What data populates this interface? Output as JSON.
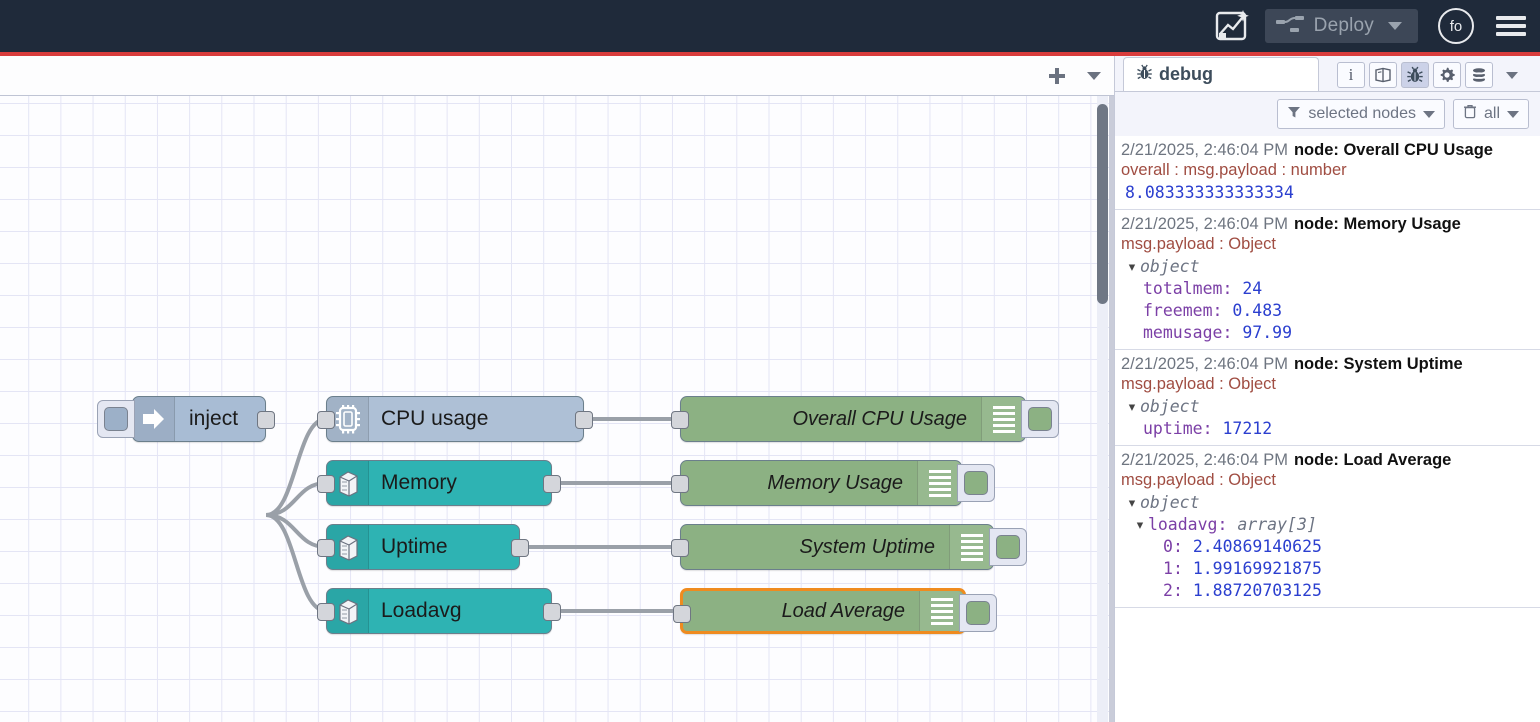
{
  "header": {
    "ai_flow_icon": "ai-flow-sparkle-icon",
    "deploy_label": "Deploy",
    "deploy_icon": "deploy-nodes-icon",
    "user_initials": "fo",
    "menu_icon": "hamburger-menu-icon"
  },
  "workspace": {
    "add_tab_icon": "plus-icon",
    "tabs_menu_icon": "chevron-down-icon",
    "nodes": [
      {
        "id": "inject",
        "label": "inject",
        "icon": "arrow-right-icon"
      },
      {
        "id": "cpu",
        "label": "CPU usage",
        "icon": "cpu-chip-icon"
      },
      {
        "id": "memory",
        "label": "Memory",
        "icon": "server-box-icon"
      },
      {
        "id": "uptime",
        "label": "Uptime",
        "icon": "server-box-icon"
      },
      {
        "id": "loadavg",
        "label": "Loadavg",
        "icon": "server-box-icon"
      },
      {
        "id": "dbg1",
        "label": "Overall CPU Usage",
        "icon": "debug-lines-icon"
      },
      {
        "id": "dbg2",
        "label": "Memory Usage",
        "icon": "debug-lines-icon"
      },
      {
        "id": "dbg3",
        "label": "System Uptime",
        "icon": "debug-lines-icon"
      },
      {
        "id": "dbg4",
        "label": "Load Average",
        "icon": "debug-lines-icon"
      }
    ]
  },
  "sidebar": {
    "tab_label": "debug",
    "tab_icon": "bug-icon",
    "tools": [
      {
        "name": "info-icon",
        "glyph": "i",
        "active": false
      },
      {
        "name": "book-icon",
        "glyph": "",
        "active": false
      },
      {
        "name": "bug-icon",
        "glyph": "",
        "active": true
      },
      {
        "name": "gear-icon",
        "glyph": "",
        "active": false
      },
      {
        "name": "stack-icon",
        "glyph": "",
        "active": false
      }
    ],
    "more_icon": "chevron-down-icon",
    "filter_label": "selected nodes",
    "filter_icon": "filter-funnel-icon",
    "clear_label": "all",
    "clear_icon": "trash-icon",
    "messages": [
      {
        "time": "2/21/2025, 2:46:04 PM",
        "node": "node: Overall CPU Usage",
        "topic": "overall : msg.payload : number",
        "value": "8.083333333333334"
      },
      {
        "time": "2/21/2025, 2:46:04 PM",
        "node": "node: Memory Usage",
        "topic": "msg.payload : Object",
        "root": "object",
        "props": [
          {
            "key": "totalmem",
            "val": "24"
          },
          {
            "key": "freemem",
            "val": "0.483"
          },
          {
            "key": "memusage",
            "val": "97.99"
          }
        ]
      },
      {
        "time": "2/21/2025, 2:46:04 PM",
        "node": "node: System Uptime",
        "topic": "msg.payload : Object",
        "root": "object",
        "props": [
          {
            "key": "uptime",
            "val": "17212"
          }
        ]
      },
      {
        "time": "2/21/2025, 2:46:04 PM",
        "node": "node: Load Average",
        "topic": "msg.payload : Object",
        "root": "object",
        "array_key": "loadavg",
        "array_type": "array[3]",
        "items": [
          {
            "key": "0",
            "val": "2.40869140625"
          },
          {
            "key": "1",
            "val": "1.99169921875"
          },
          {
            "key": "2",
            "val": "1.88720703125"
          }
        ]
      }
    ]
  },
  "colors": {
    "header_bg": "#1f2a3a",
    "header_accent": "#d93c3c",
    "node_teal": "#2eb3b3",
    "node_blue": "#aec0d6",
    "node_green": "#8cb183",
    "selection": "#ef8b1f"
  }
}
